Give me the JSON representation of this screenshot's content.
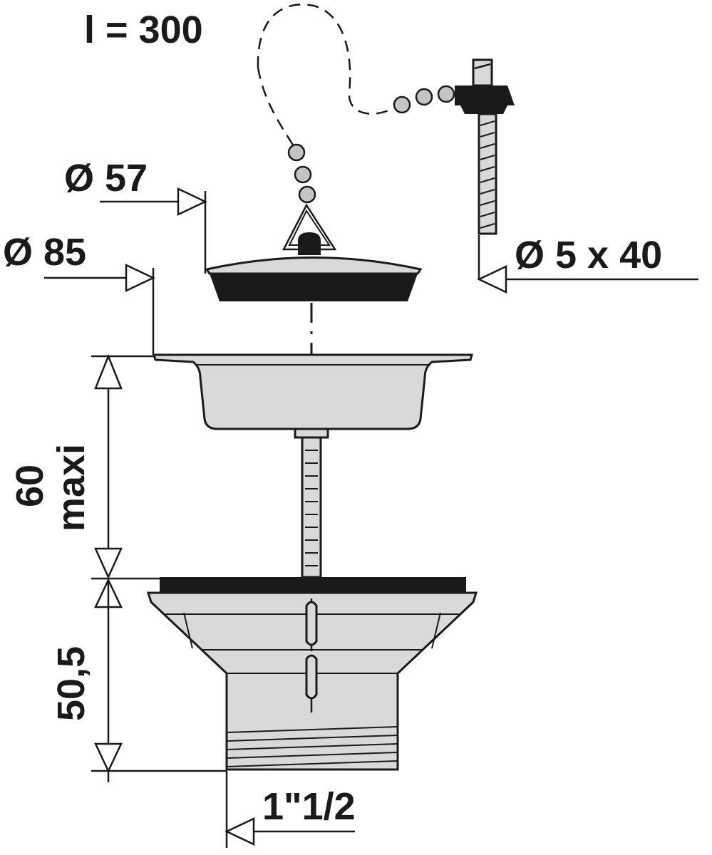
{
  "labels": {
    "chain_length": "l = 300",
    "plug_diameter": "Ø 57",
    "flange_diameter": "Ø 85",
    "screw_size": "Ø 5 x 40",
    "max_thickness": "60",
    "max_thickness_suffix": "maxi",
    "body_height": "50,5",
    "thread": "1\"1/2"
  },
  "colors": {
    "line": "#1a1a1a",
    "metal": "#d9d9d9",
    "ball": "#c4c4c4",
    "background": "#ffffff"
  }
}
